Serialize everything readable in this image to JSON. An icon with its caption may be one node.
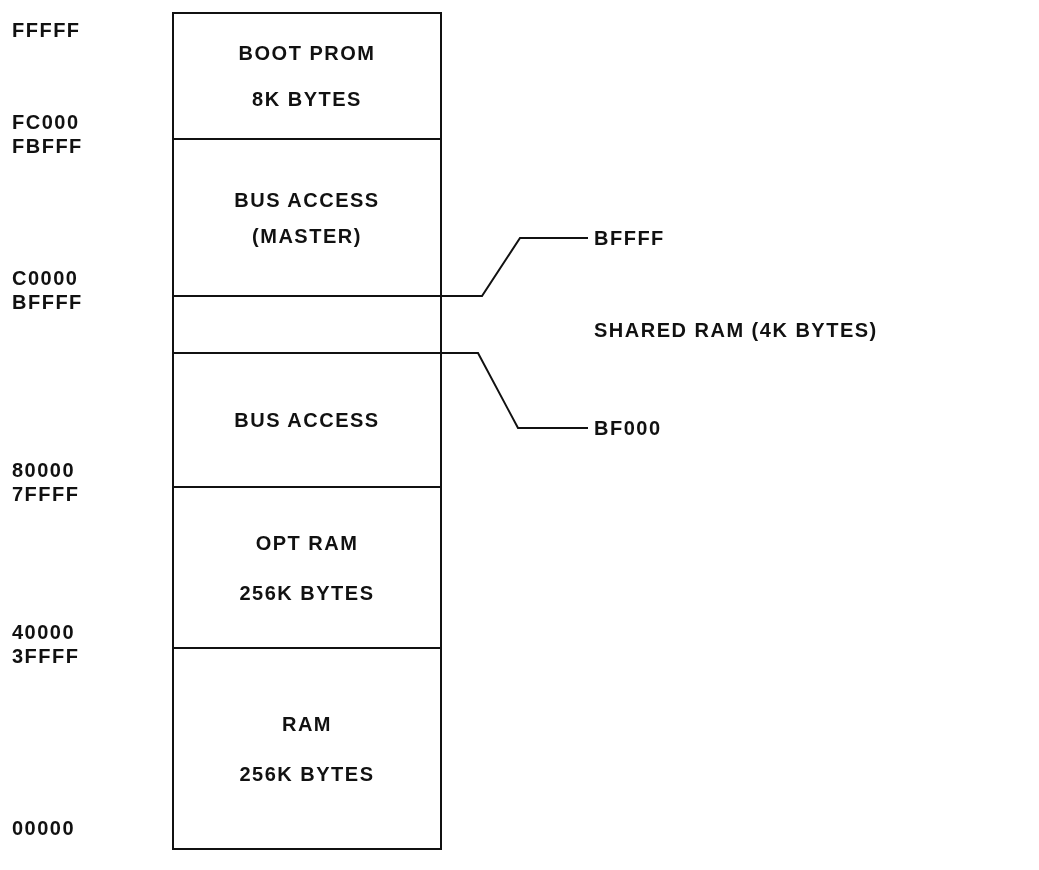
{
  "diagram": {
    "nodes": [
      {
        "text": [
          "BOOT PROM",
          "8K BYTES"
        ]
      },
      {
        "text": [
          "BUS ACCESS (MASTER)"
        ]
      },
      {
        "text": [],
        "shape": "box"
      },
      {
        "text": [
          "BUS ACCESS"
        ]
      },
      {
        "text": [
          "OPT RAM",
          "256K BYTES"
        ]
      },
      {
        "text": [
          "RAM",
          "256K BYTES"
        ]
      },
      {
        "text": [
          "BFFFF"
        ]
      },
      {
        "text": [
          "BF000"
        ]
      }
    ],
    "edges": [
      {
        "from": 6,
        "to": 2,
        "arrow": "none"
      },
      {
        "from": 7,
        "to": 2,
        "arrow": "none"
      }
    ],
    "labels": [
      "FFFFF",
      "FC000",
      "FBFFF",
      "C0000",
      "BFFFF",
      "SHARED RAM (4K BYTES)",
      "80000",
      "7FFFF",
      "40000",
      "3FFFF",
      "00000"
    ]
  }
}
